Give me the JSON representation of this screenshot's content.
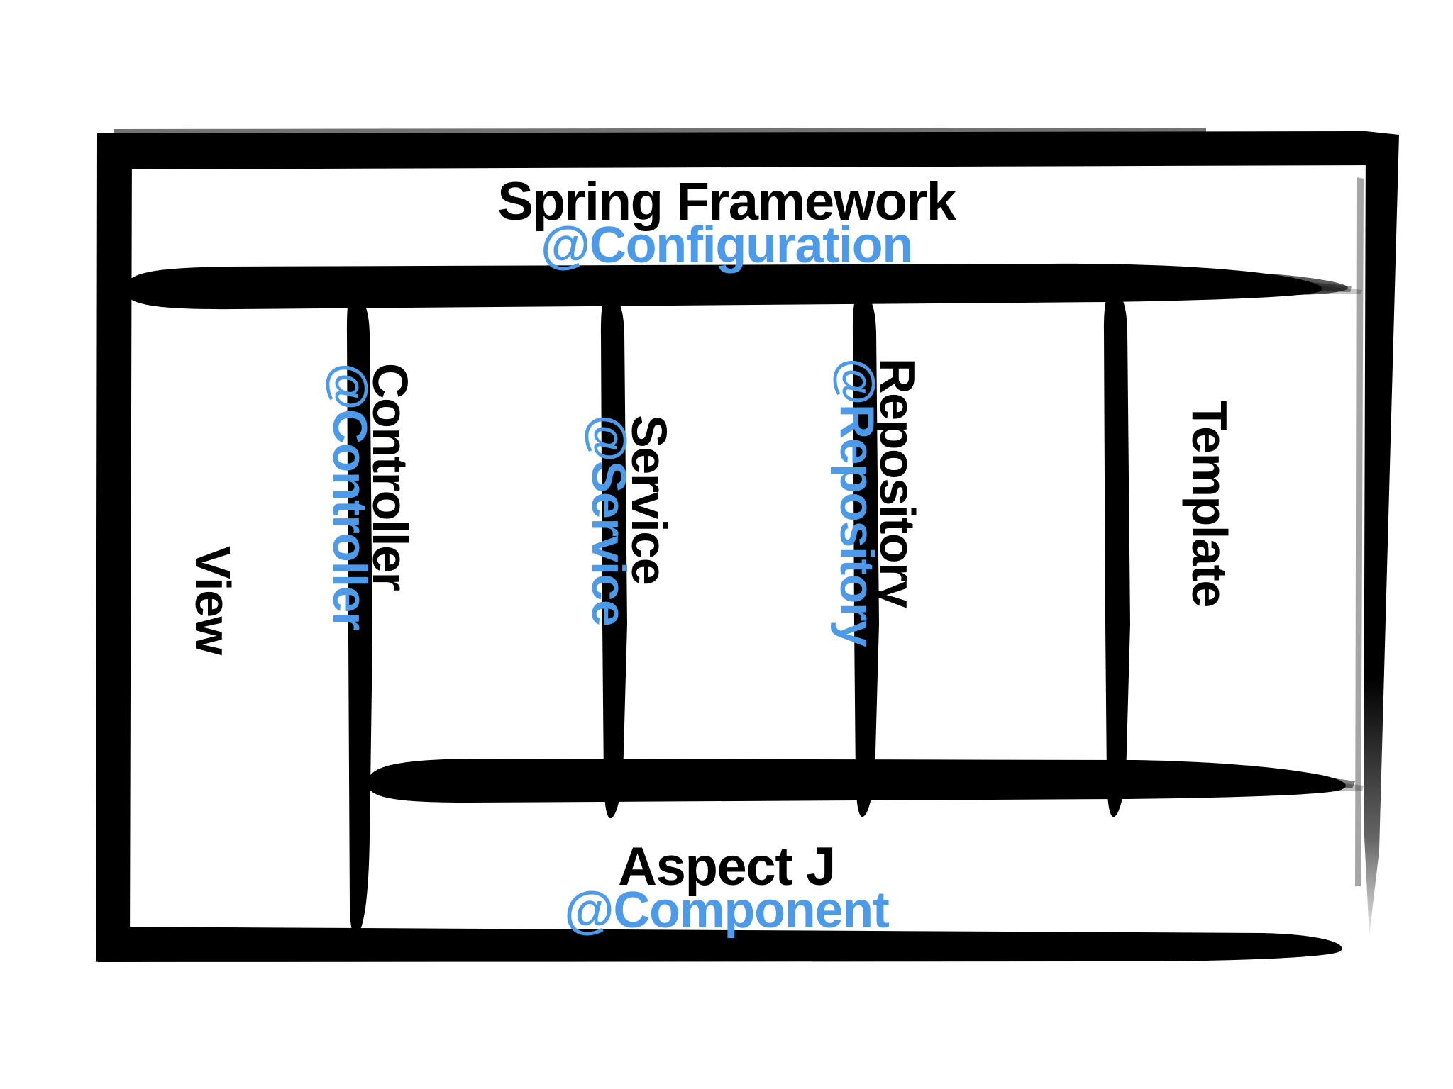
{
  "diagram": {
    "title": "Spring Framework layered architecture",
    "style": "hand-drawn whiteboard sketch",
    "colors": {
      "stroke": "#000000",
      "background": "#ffffff",
      "annotation_blue": "#4d9be8",
      "label_black": "#000000"
    },
    "top_band": {
      "name": "Spring Framework",
      "annotation": "@Configuration"
    },
    "bottom_band": {
      "name": "Aspect J",
      "annotation": "@Component"
    },
    "columns": [
      {
        "name": "View",
        "annotation": ""
      },
      {
        "name": "Controller",
        "annotation": "@Controller"
      },
      {
        "name": "Service",
        "annotation": "@Service"
      },
      {
        "name": "Repository",
        "annotation": "@Repository"
      },
      {
        "name": "Template",
        "annotation": ""
      }
    ]
  }
}
